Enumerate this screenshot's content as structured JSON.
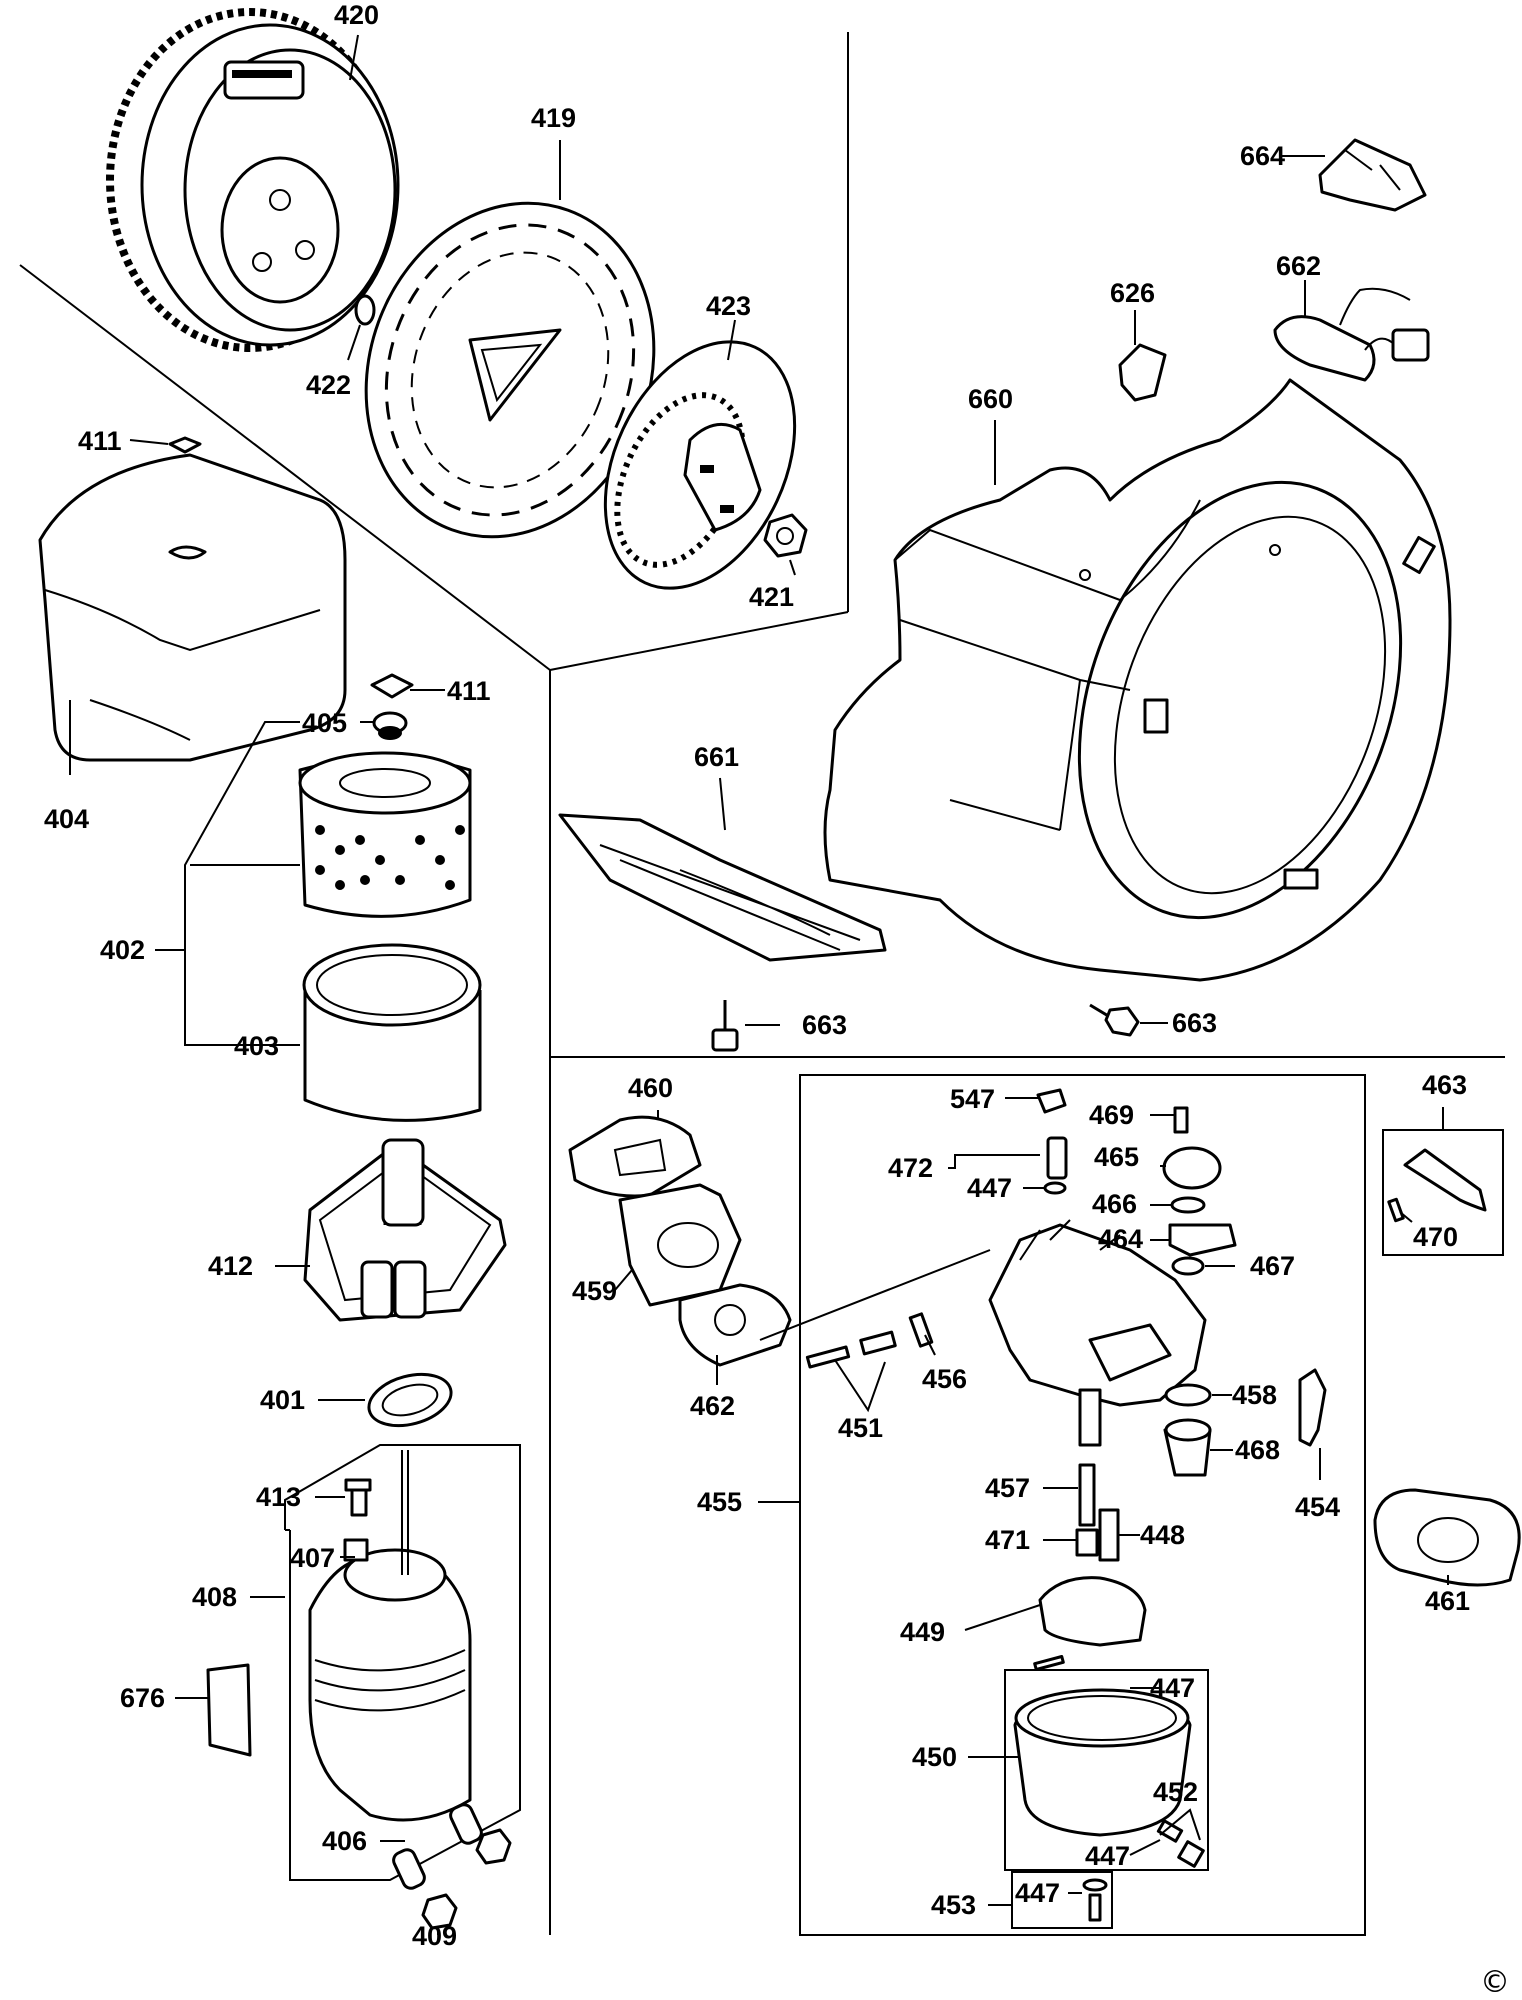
{
  "labels": {
    "l420": "420",
    "l419": "419",
    "l423": "423",
    "l422": "422",
    "l421": "421",
    "l411a": "411",
    "l411b": "411",
    "l405": "405",
    "l404": "404",
    "l402": "402",
    "l403": "403",
    "l412": "412",
    "l401": "401",
    "l413": "413",
    "l407": "407",
    "l408": "408",
    "l676": "676",
    "l406": "406",
    "l409": "409",
    "l664": "664",
    "l662": "662",
    "l626": "626",
    "l660": "660",
    "l661": "661",
    "l663a": "663",
    "l663b": "663",
    "l460": "460",
    "l459": "459",
    "l462": "462",
    "l451": "451",
    "l456": "456",
    "l455": "455",
    "l547": "547",
    "l469": "469",
    "l472": "472",
    "l447a": "447",
    "l465": "465",
    "l466": "466",
    "l464": "464",
    "l467": "467",
    "l458": "458",
    "l468": "468",
    "l457": "457",
    "l471": "471",
    "l448": "448",
    "l449": "449",
    "l447b": "447",
    "l450": "450",
    "l452": "452",
    "l447c": "447",
    "l453": "453",
    "l447d": "447",
    "l463": "463",
    "l470": "470",
    "l454": "454",
    "l461": "461"
  },
  "copyright": "©"
}
